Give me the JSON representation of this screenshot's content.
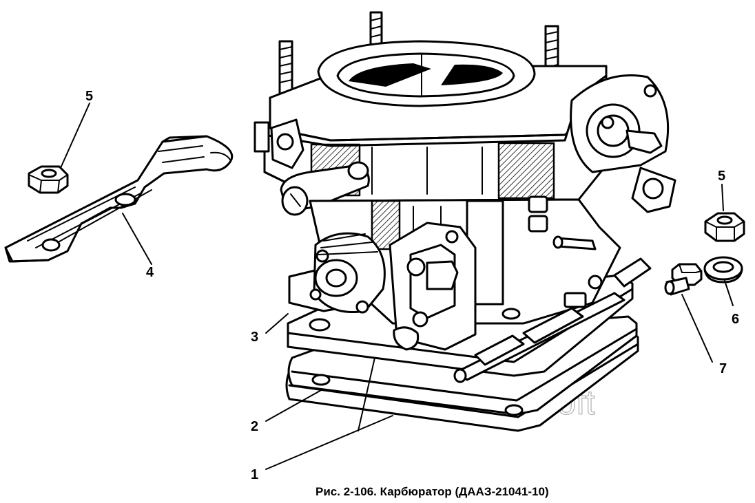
{
  "callouts": {
    "c1": "1",
    "c2": "2",
    "c3": "3",
    "c4": "4",
    "c5_left": "5",
    "c5_right": "5",
    "c6": "6",
    "c7": "7"
  },
  "caption": "Рис. 2-106. Карбюратор (ДААЗ-21041-10)",
  "watermark": "AutoSoft"
}
